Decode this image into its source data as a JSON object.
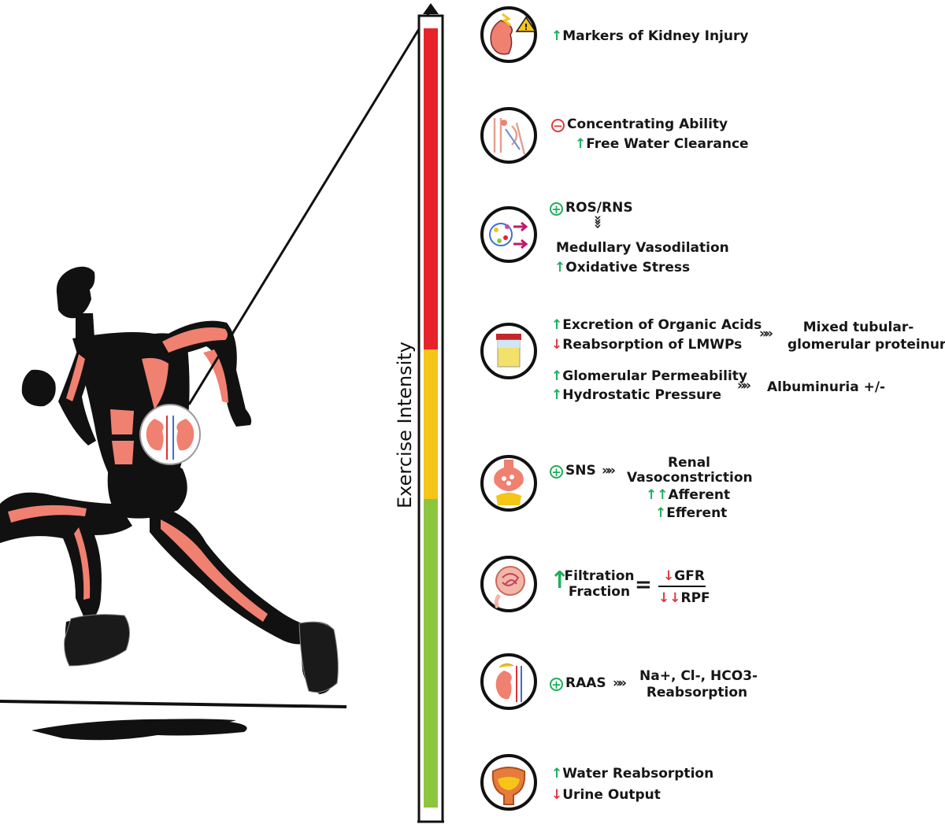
{
  "axis": {
    "label": "Exercise Intensity"
  },
  "colors": {
    "high": "#e8222b",
    "moderate": "#f5c518",
    "low": "#8cc63f",
    "up_arrow": "#1fae5b",
    "down_arrow": "#e03a3a",
    "muscle": "#f08070"
  },
  "effects": {
    "kidney_injury": {
      "icon": "kidney-warning-icon",
      "text": "Markers of Kidney Injury"
    },
    "concentrating": {
      "icon": "nephron-icon",
      "line1": "Concentrating Ability",
      "line2": "Free Water Clearance"
    },
    "ros": {
      "icon": "oxidative-stress-icon",
      "line1": "ROS/RNS",
      "line2": "Medullary Vasodilation",
      "line3": "Oxidative Stress"
    },
    "proteinuria": {
      "icon": "urine-sample-icon",
      "line1": "Excretion of Organic Acids",
      "line2": "Reabsorption of LMWPs",
      "result1a": "Mixed tubular-",
      "result1b": "glomerular proteinuria",
      "line3": "Glomerular Permeability",
      "line4": "Hydrostatic Pressure",
      "result2": "Albuminuria +/-"
    },
    "sns": {
      "icon": "synapse-icon",
      "label": "SNS",
      "result1": "Renal",
      "result2": "Vasoconstriction",
      "result3": "Afferent",
      "result4": "Efferent"
    },
    "filtration": {
      "icon": "glomerulus-icon",
      "line1": "Filtration",
      "line2": "Fraction",
      "equals": "=",
      "numerator": "GFR",
      "denominator": "RPF"
    },
    "raas": {
      "icon": "adrenal-kidney-icon",
      "label": "RAAS",
      "result1": "Na+, Cl-, HCO3-",
      "result2": "Reabsorption"
    },
    "water": {
      "icon": "bladder-icon",
      "line1": "Water Reabsorption",
      "line2": "Urine Output"
    }
  },
  "runner": {
    "icon": "runner-figure",
    "kidney_icon": "kidney-pair-icon"
  }
}
